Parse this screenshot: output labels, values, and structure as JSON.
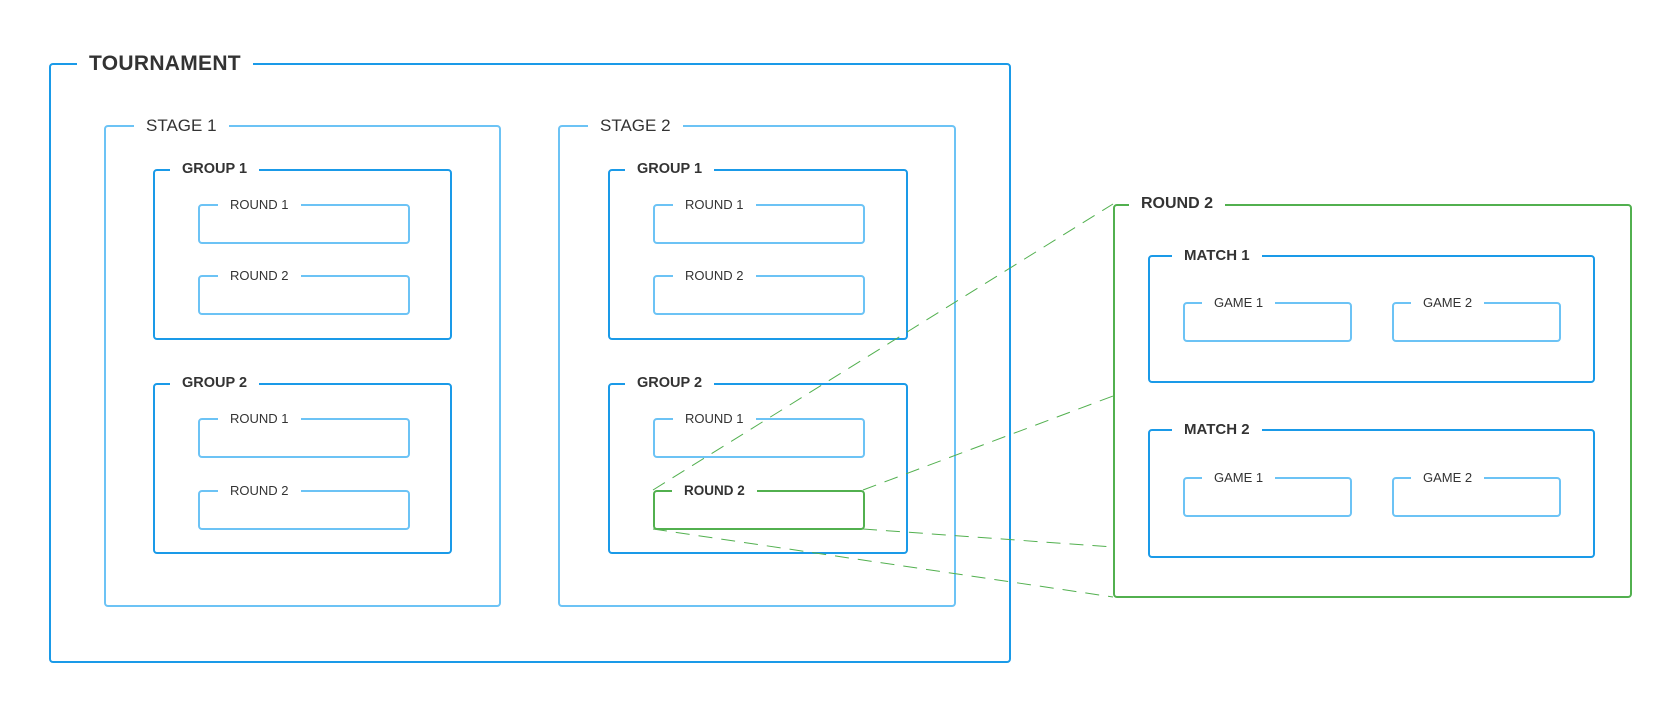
{
  "colors": {
    "dark_blue": "#1a9ae8",
    "light_blue": "#6cc3f5",
    "green": "#52b04f",
    "text": "#333333"
  },
  "tournament": {
    "label": "TOURNAMENT",
    "stages": [
      {
        "label": "STAGE 1",
        "groups": [
          {
            "label": "GROUP 1",
            "rounds": [
              {
                "label": "ROUND 1"
              },
              {
                "label": "ROUND 2"
              }
            ]
          },
          {
            "label": "GROUP 2",
            "rounds": [
              {
                "label": "ROUND 1"
              },
              {
                "label": "ROUND 2"
              }
            ]
          }
        ]
      },
      {
        "label": "STAGE 2",
        "groups": [
          {
            "label": "GROUP 1",
            "rounds": [
              {
                "label": "ROUND 1"
              },
              {
                "label": "ROUND 2"
              }
            ]
          },
          {
            "label": "GROUP 2",
            "rounds": [
              {
                "label": "ROUND 1"
              },
              {
                "label": "ROUND 2",
                "selected": true
              }
            ]
          }
        ]
      }
    ]
  },
  "detail": {
    "label": "ROUND 2",
    "matches": [
      {
        "label": "MATCH 1",
        "games": [
          {
            "label": "GAME 1"
          },
          {
            "label": "GAME 2"
          }
        ]
      },
      {
        "label": "MATCH 2",
        "games": [
          {
            "label": "GAME 1"
          },
          {
            "label": "GAME 2"
          }
        ]
      }
    ]
  }
}
